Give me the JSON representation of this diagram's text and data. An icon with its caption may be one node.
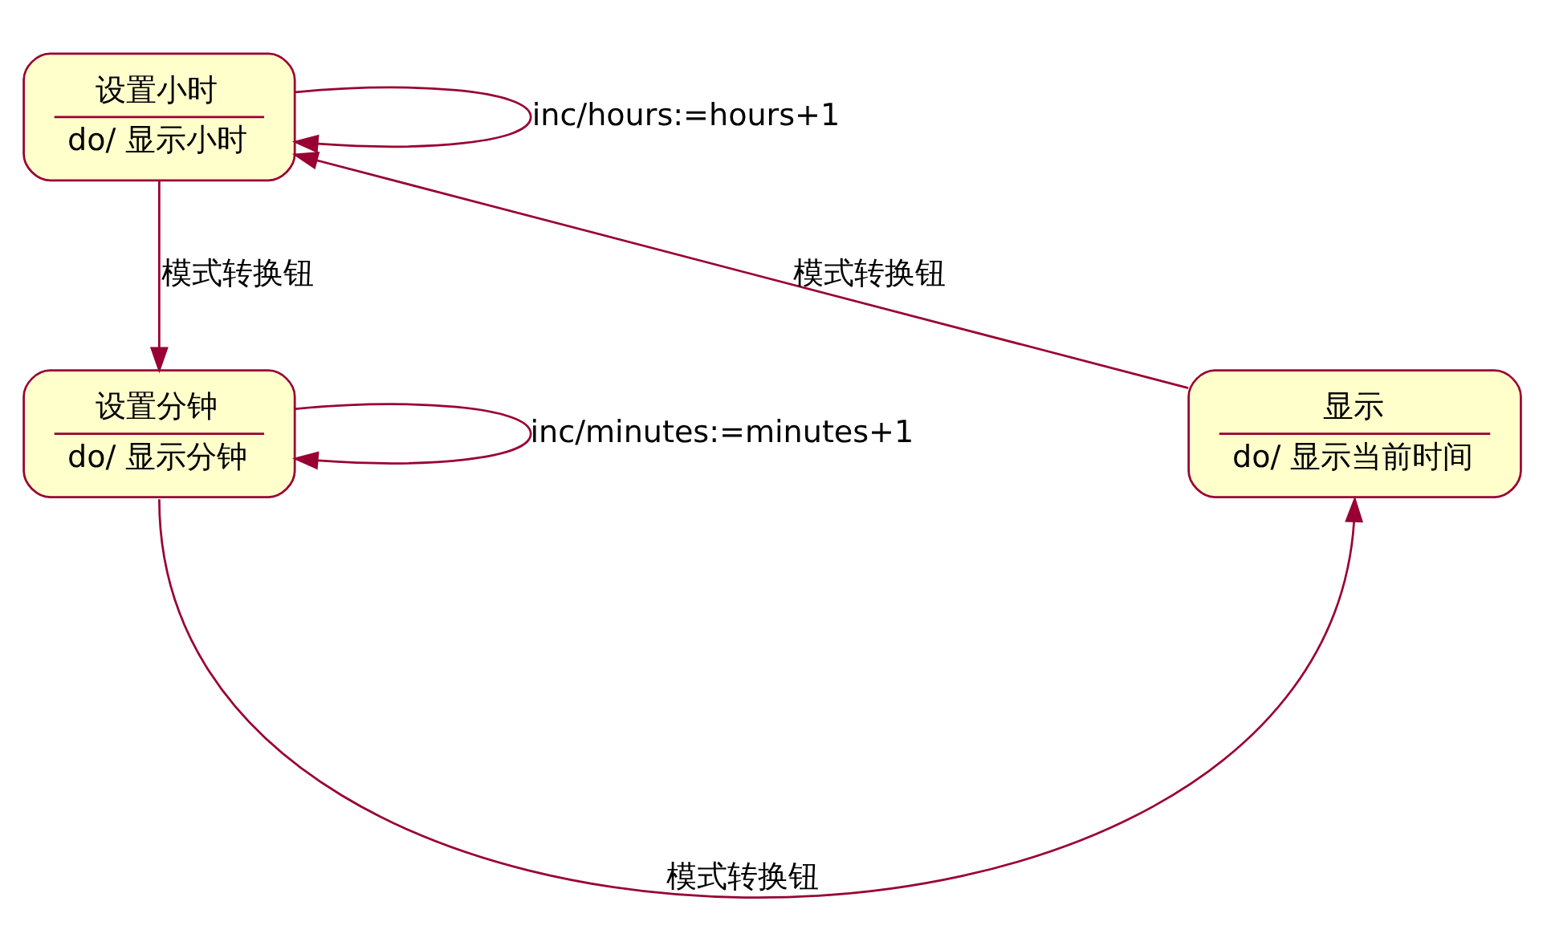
{
  "diagram": {
    "nodes": [
      {
        "text": [
          "设置小时",
          "do/ 显示小时"
        ]
      },
      {
        "text": [
          "显示",
          "do/ 显示当前时间"
        ]
      },
      {
        "text": [
          "设置分钟",
          "do/ 显示分钟"
        ]
      }
    ],
    "edges": [
      {
        "from": 0,
        "to": 0,
        "arrow": "to",
        "label": "inc/hours:=hours+1"
      },
      {
        "from": 1,
        "to": 0,
        "arrow": "to",
        "label": "模式转换钮"
      },
      {
        "from": 0,
        "to": 2,
        "arrow": "to",
        "label": "模式转换钮"
      },
      {
        "from": 2,
        "to": 2,
        "arrow": "to",
        "label": "inc/minutes:=minutes+1"
      },
      {
        "from": 2,
        "to": 1,
        "arrow": "to",
        "label": "模式转换钮"
      }
    ]
  }
}
